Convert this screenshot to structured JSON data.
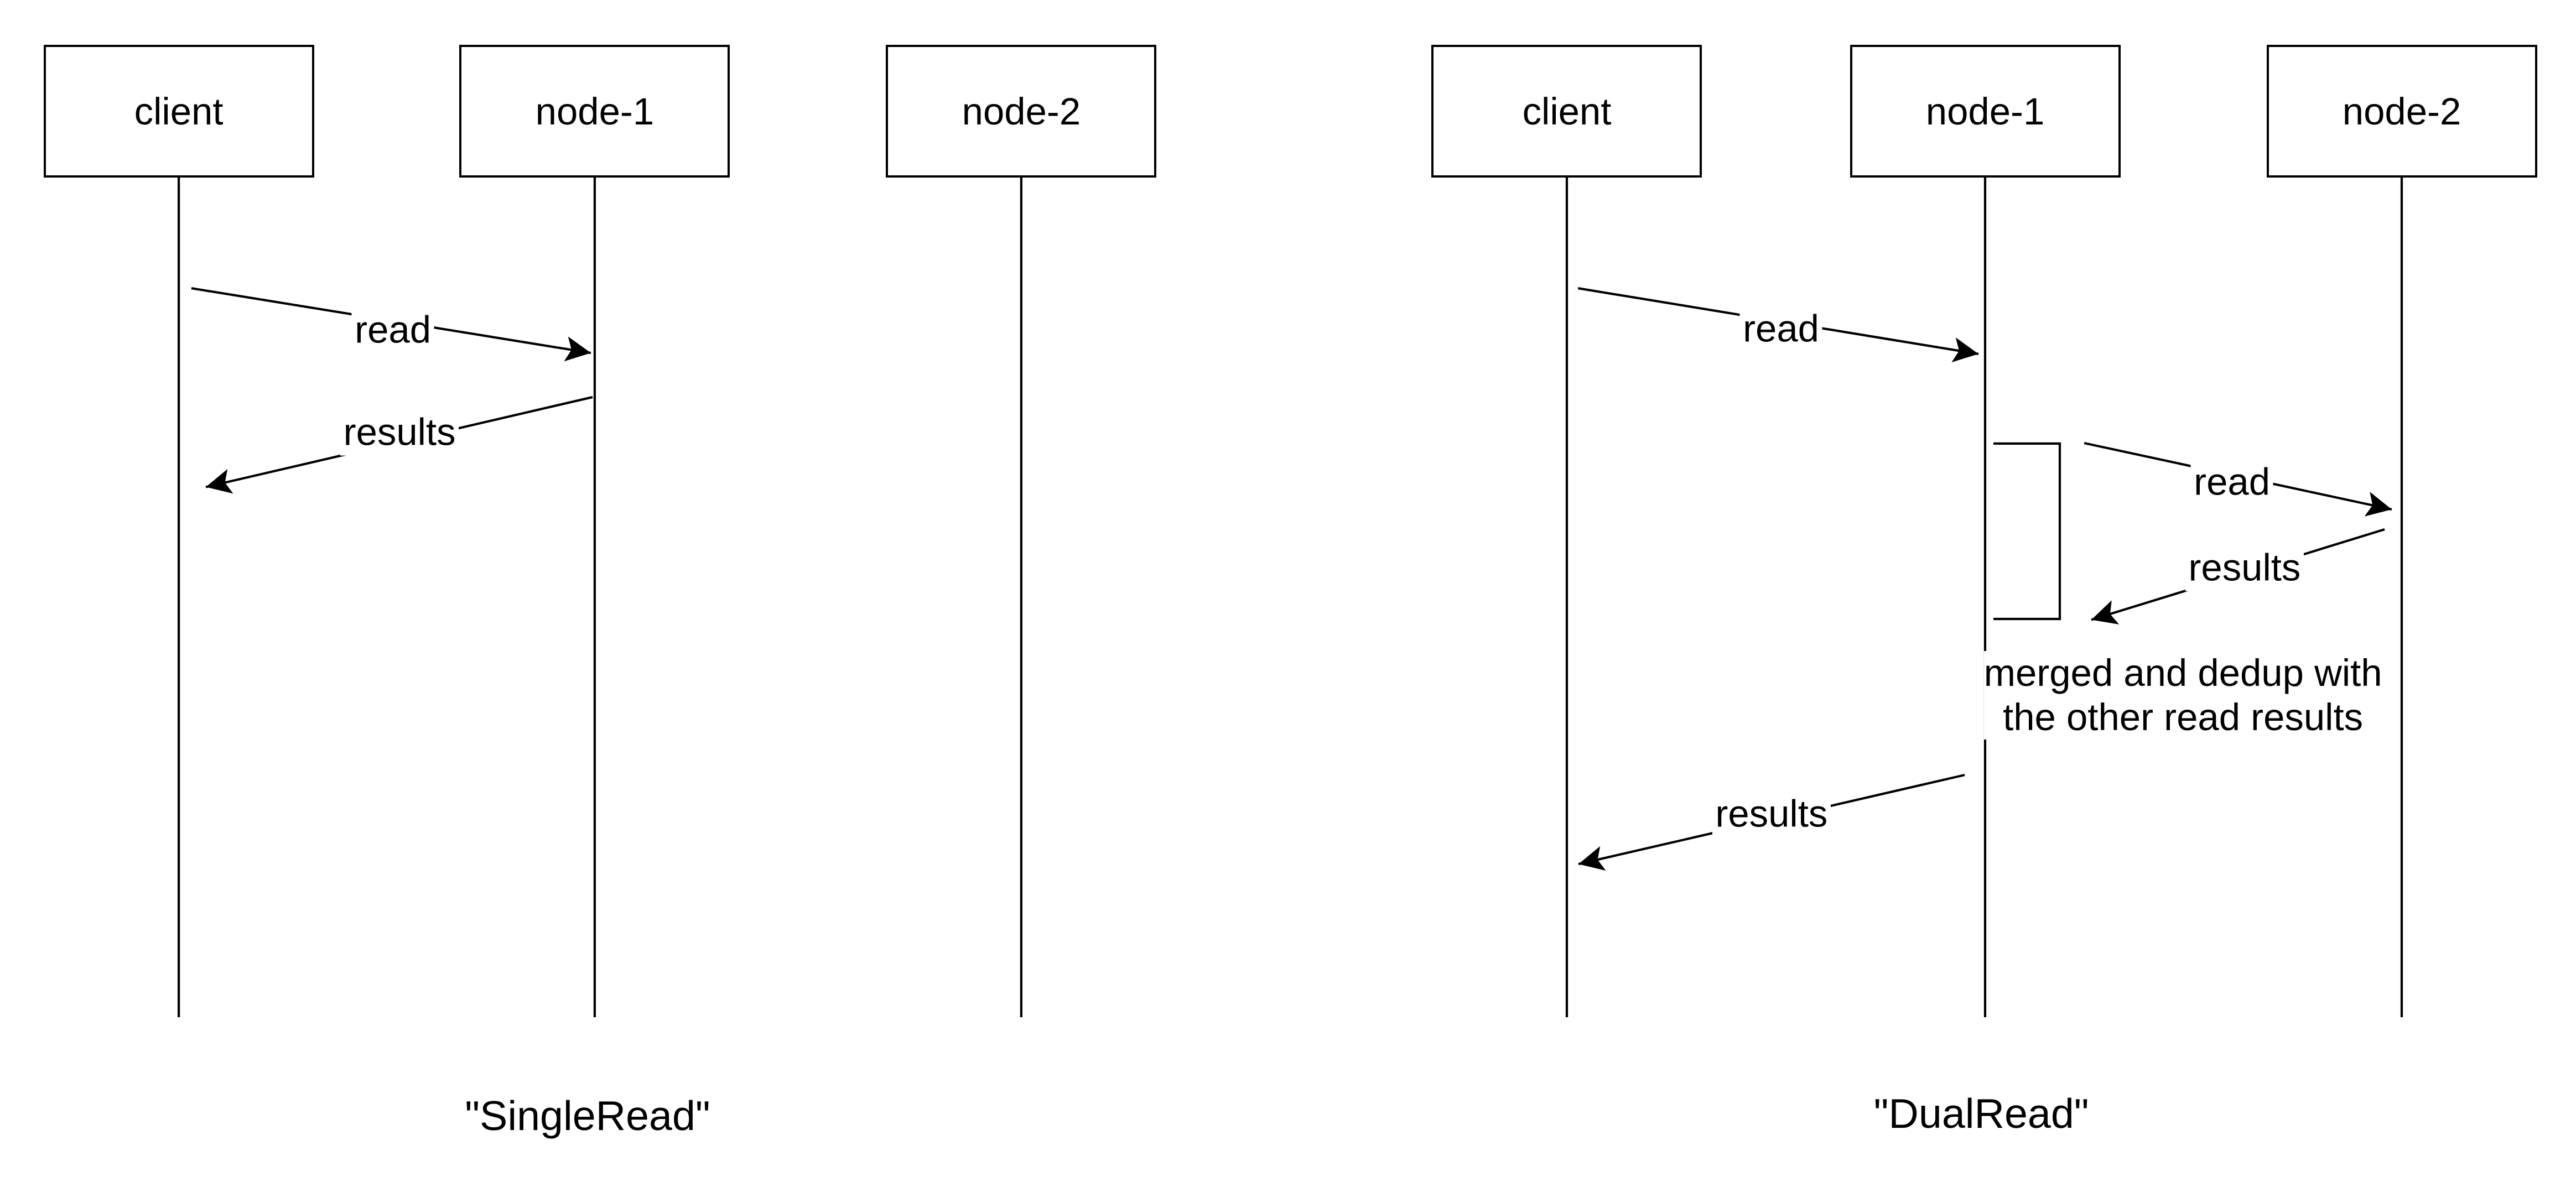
{
  "colors": {
    "background": "#ffffff",
    "line": "#000000",
    "text": "#000000"
  },
  "singleread": {
    "caption": "\"SingleRead\"",
    "actors": [
      "client",
      "node-1",
      "node-2"
    ],
    "messages": [
      {
        "label": "read",
        "from": "client",
        "to": "node-1"
      },
      {
        "label": "results",
        "from": "node-1",
        "to": "client"
      }
    ]
  },
  "dualread": {
    "caption": "\"DualRead\"",
    "actors": [
      "client",
      "node-1",
      "node-2"
    ],
    "messages": [
      {
        "label": "read",
        "from": "client",
        "to": "node-1"
      },
      {
        "label": "read",
        "from": "node-1",
        "to": "node-2"
      },
      {
        "label": "results",
        "from": "node-2",
        "to": "node-1"
      },
      {
        "label": "results",
        "from": "node-1",
        "to": "client"
      }
    ],
    "note": {
      "line1": "merged and dedup with",
      "line2": "the other read results"
    }
  }
}
